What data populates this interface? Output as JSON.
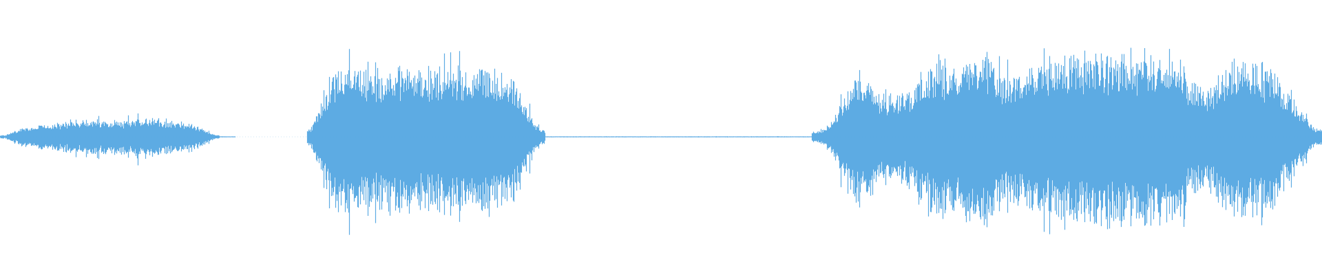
{
  "waveform": {
    "color": "#5DABE3",
    "segments": [
      {
        "start": 0.0,
        "end": 0.166,
        "level": 0.22
      },
      {
        "start": 0.166,
        "end": 0.178,
        "level": 0.01
      },
      {
        "start": 0.232,
        "end": 0.412,
        "level": 0.7
      },
      {
        "start": 0.412,
        "end": 0.614,
        "level": 0.01
      },
      {
        "start": 0.614,
        "end": 1.0,
        "level": 0.85
      }
    ]
  }
}
